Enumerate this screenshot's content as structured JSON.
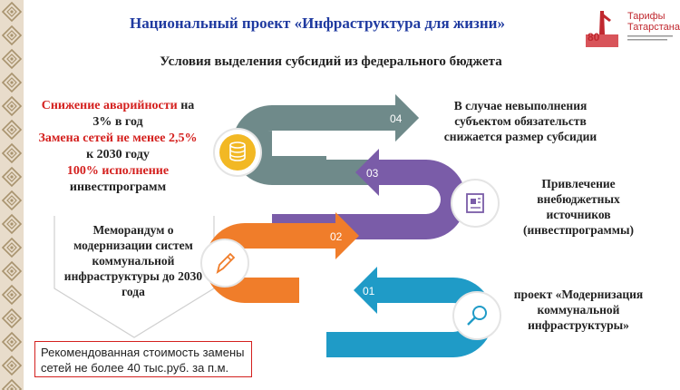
{
  "header": {
    "title": "Национальный проект «Инфраструктура для жизни»",
    "subtitle": "Условия выделения субсидий из федерального бюджета"
  },
  "logo": {
    "name_line1": "Тарифы",
    "name_line2": "Татарстана",
    "badge": "80"
  },
  "left_block": {
    "line1": "Снижение аварийности",
    "line1b": "на",
    "line2": "3% в год",
    "line3": "Замена сетей не менее 2,5%",
    "line4": "к 2030 году",
    "line5": "100% исполнение",
    "line6": "инвестпрограмм"
  },
  "memo": {
    "text": "Меморандум о модернизации систем коммунальной инфраструктуры до 2030 года"
  },
  "note_box": {
    "text": "Рекомендованная стоимость замены сетей не более 40 тыс.руб. за п.м."
  },
  "steps": [
    {
      "number": "01",
      "text": "проект «Модернизация коммунальной инфраструктуры»",
      "color": "#1f9bc7",
      "icon": "magnifier-icon"
    },
    {
      "number": "02",
      "text": "",
      "color": "#f07d2a",
      "icon": "pencil-icon"
    },
    {
      "number": "03",
      "text": "Привлечение внебюджетных источников (инвестпрограммы)",
      "color": "#7a5ca8",
      "icon": "document-icon"
    },
    {
      "number": "04",
      "text": "В случае невыполнения субъектом обязательств снижается размер субсидии",
      "color": "#6f8a8a",
      "icon": "coins-icon"
    }
  ],
  "colors": {
    "title": "#1f3aa0",
    "accent_red": "#d4201e",
    "icon_yellow": "#f2b824"
  }
}
